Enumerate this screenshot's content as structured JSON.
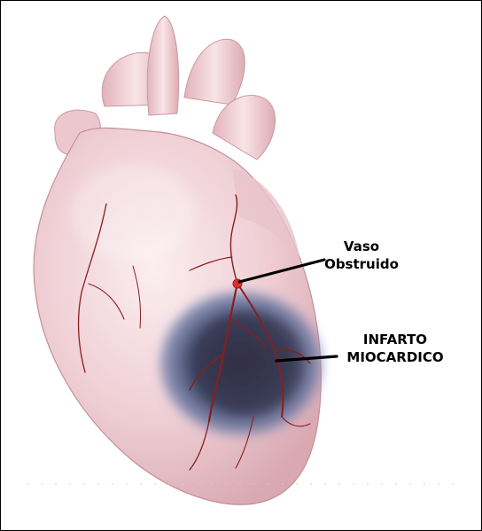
{
  "labels": {
    "obstructed_vessel": {
      "line1": "Vaso",
      "line2": "Obstruido"
    },
    "infarct": {
      "line1": "INFARTO",
      "line2": "MIOCARDICO"
    }
  },
  "colors": {
    "heart_light": "#f6e3e6",
    "heart_mid": "#e4b8bf",
    "heart_shadow": "#c98e98",
    "infarct_core": "#3c3850",
    "infarct_edge": "#5a6a9a",
    "vessel": "#8a1e1e",
    "obstruction_dot": "#e0302c",
    "leader_line": "#000000"
  },
  "icons": {
    "heart": "heart-illustration",
    "infarct_region": "infarct-zone",
    "obstruction": "obstruction-point"
  }
}
